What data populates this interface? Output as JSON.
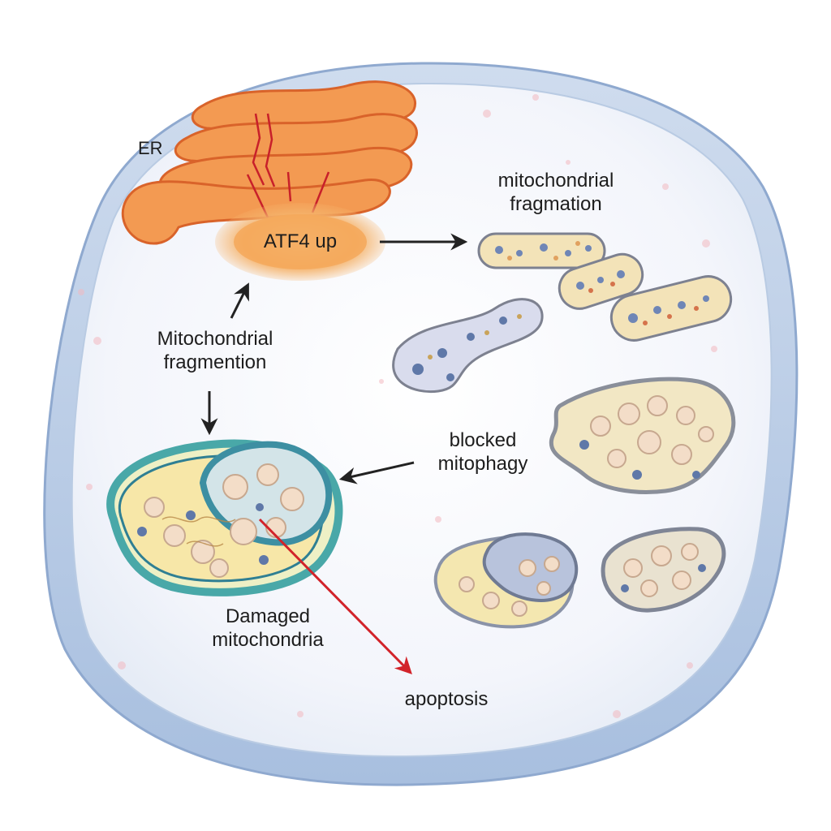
{
  "labels": {
    "er": "ER",
    "atf4": "ATF4 up",
    "mito_frag_top": [
      "mitochondrial",
      "fragmation"
    ],
    "mito_frag_left": [
      "Mitochondrial",
      "fragmention"
    ],
    "blocked": [
      "blocked",
      "mitophagy"
    ],
    "damaged": [
      "Damaged",
      "mitochondria"
    ],
    "apoptosis": "apoptosis"
  },
  "colors": {
    "cell_rim": "#9fb8d9",
    "cytoplasm": "#f4f6fb",
    "er_fill": "#f39a52",
    "er_stroke": "#d9632a",
    "atf4_glow": "#f5b36b",
    "arrow_dark": "#222222",
    "arrow_red": "#d2232a",
    "mito_membrane_teal": "#49a8a8",
    "mito_matrix": "#f7e7a8",
    "mito_outer_grey": "#8a8f9a",
    "vesicle": "#f3ddc8"
  }
}
